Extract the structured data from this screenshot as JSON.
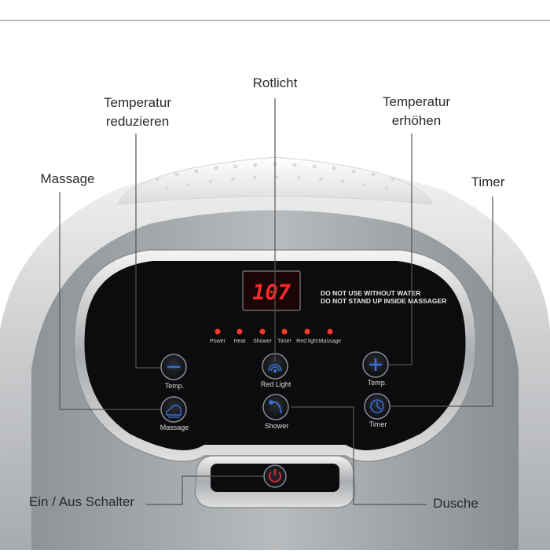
{
  "callouts": {
    "rotlicht": "Rotlicht",
    "temp_down_line1": "Temperatur",
    "temp_down_line2": "reduzieren",
    "temp_up_line1": "Temperatur",
    "temp_up_line2": "erhöhen",
    "massage": "Massage",
    "timer": "Timer",
    "power_switch": "Ein / Aus Schalter",
    "shower": "Dusche"
  },
  "display": {
    "value": "107"
  },
  "warnings": {
    "line1": "DO NOT USE WITHOUT WATER",
    "line2": "DO NOT STAND UP INSIDE MASSAGER"
  },
  "indicators": [
    "Power",
    "Heat",
    "Shower",
    "Timer",
    "Red light",
    "Massage"
  ],
  "controls": {
    "temp_down": "Temp.",
    "red_light": "Red Light",
    "temp_up": "Temp.",
    "massage": "Massage",
    "shower": "Shower",
    "timer": "Timer"
  },
  "colors": {
    "panel": "#0c0c0f",
    "led": "#ff2a2a",
    "button_accent": "#3a6fd8",
    "body": "#b9bcbe"
  },
  "icons": {
    "temp_down": "minus-icon",
    "temp_up": "plus-icon",
    "red_light": "red-light-icon",
    "massage": "massage-icon",
    "shower": "shower-icon",
    "timer": "clock-icon",
    "power": "power-icon"
  }
}
